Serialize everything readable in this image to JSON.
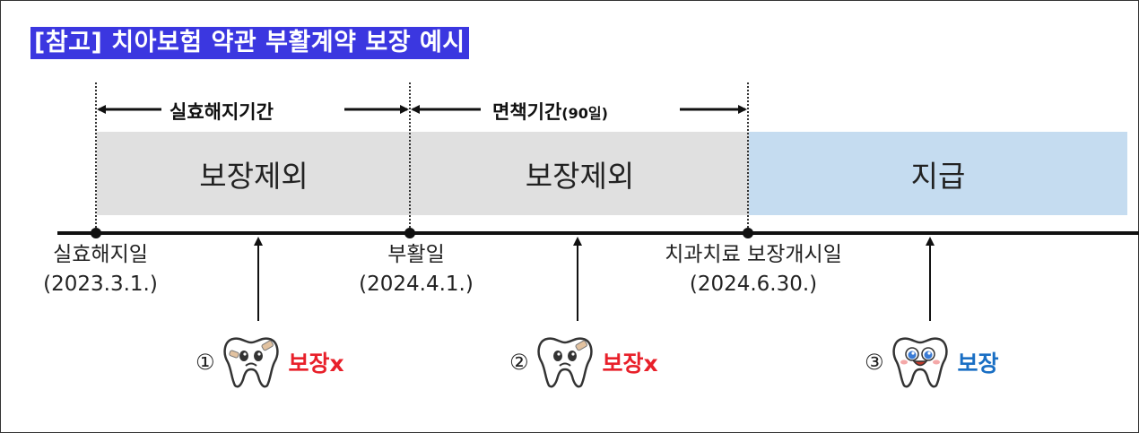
{
  "title": "[참고] 치아보험 약관 부활계약 보장 예시",
  "spans": [
    {
      "label": "실효해지기간",
      "suffix": ""
    },
    {
      "label": "면책기간",
      "suffix": "(90일)"
    }
  ],
  "blocks": [
    {
      "label": "보장제외",
      "color": "#e0e0e0"
    },
    {
      "label": "보장제외",
      "color": "#e0e0e0"
    },
    {
      "label": "지급",
      "color": "#c5dcf0"
    }
  ],
  "timeline_points": [
    {
      "name": "실효해지일",
      "date": "(2023.3.1.)"
    },
    {
      "name": "부활일",
      "date": "(2024.4.1.)"
    },
    {
      "name": "치과치료 보장개시일",
      "date": "(2024.6.30.)"
    }
  ],
  "cases": [
    {
      "number": "①",
      "status": "보장x",
      "status_color": "#e8202a",
      "icon": "sad-bandaged-tooth-icon"
    },
    {
      "number": "②",
      "status": "보장x",
      "status_color": "#e8202a",
      "icon": "sad-bandaged-tooth-icon"
    },
    {
      "number": "③",
      "status": "보장",
      "status_color": "#1a6fc4",
      "icon": "happy-tooth-icon"
    }
  ]
}
